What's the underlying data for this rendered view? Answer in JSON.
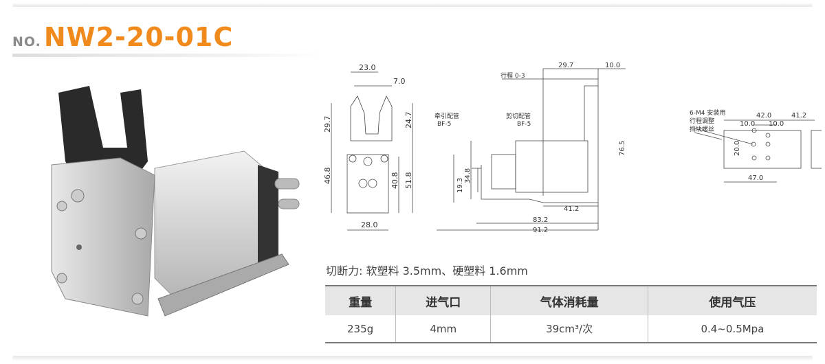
{
  "header": {
    "prefix": "NO.",
    "model": "NW2-20-01C"
  },
  "colors": {
    "accent": "#f08a1c",
    "table_header_bg": "#e6e6e6"
  },
  "drawing": {
    "front": {
      "d_23_0": "23.0",
      "d_7_0": "7.0",
      "d_29_7": "29.7",
      "d_24_7": "24.7",
      "d_46_8": "46.8",
      "d_40_8": "40.8",
      "d_51_8": "51.8",
      "d_28_0": "28.0"
    },
    "side": {
      "d_29_7": "29.7",
      "d_10_0": "10.0",
      "stroke": "行程 0-3",
      "pull_pipe": "牵引配管",
      "pull_pipe_spec": "BF-5",
      "cut_pipe": "剪切配管",
      "cut_pipe_spec": "BF-5",
      "d_34_8": "34.8",
      "d_19_3": "19.3",
      "d_76_5": "76.5",
      "d_41_2": "41.2",
      "d_83_2": "83.2",
      "d_91_2": "91.2"
    },
    "top": {
      "mount_note": "6-M4 安装用",
      "adjust_note_1": "行程调整",
      "adjust_note_2": "挡块螺丝",
      "d_42_0": "42.0",
      "d_41_2": "41.2",
      "d_10_0_a": "10.0",
      "d_10_0_b": "10.0",
      "d_20_0": "20.0",
      "d_47_0": "47.0"
    }
  },
  "spec_line": "切断力: 软塑料 3.5mm、硬塑料 1.6mm",
  "table": {
    "headers": [
      "重量",
      "进气口",
      "气体消耗量",
      "使用气压"
    ],
    "values": [
      "235g",
      "4mm",
      "39cm³/次",
      "0.4~0.5Mpa"
    ]
  }
}
